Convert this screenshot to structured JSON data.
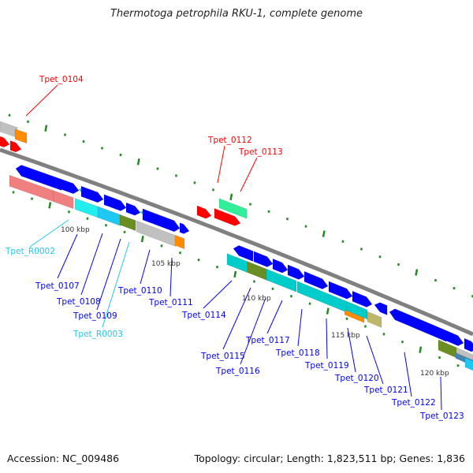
{
  "title": "Thermotoga petrophila RKU-1, complete genome",
  "footer": {
    "accession": "Accession: NC_009486",
    "summary": "Topology: circular; Length: 1,823,511 bp; Genes: 1,836"
  },
  "scale_labels": [
    "100 kbp",
    "105 kbp",
    "110 kbp",
    "115 kbp",
    "120 kbp"
  ],
  "labels": [
    {
      "text": "Tpet_0104",
      "color": "#ff0000"
    },
    {
      "text": "Tpet_0112",
      "color": "#ff0000"
    },
    {
      "text": "Tpet_0113",
      "color": "#ff0000"
    },
    {
      "text": "Tpet_R0002",
      "color": "#1ec8f0"
    },
    {
      "text": "Tpet_0107",
      "color": "#0000ff"
    },
    {
      "text": "Tpet_0108",
      "color": "#0000ff"
    },
    {
      "text": "Tpet_0109",
      "color": "#0000ff"
    },
    {
      "text": "Tpet_R0003",
      "color": "#1ec8f0"
    },
    {
      "text": "Tpet_0110",
      "color": "#0000ff"
    },
    {
      "text": "Tpet_0111",
      "color": "#0000ff"
    },
    {
      "text": "Tpet_0114",
      "color": "#0000ff"
    },
    {
      "text": "Tpet_0115",
      "color": "#0000ff"
    },
    {
      "text": "Tpet_0116",
      "color": "#0000ff"
    },
    {
      "text": "Tpet_0117",
      "color": "#0000ff"
    },
    {
      "text": "Tpet_0118",
      "color": "#0000ff"
    },
    {
      "text": "Tpet_0119",
      "color": "#0000ff"
    },
    {
      "text": "Tpet_0120",
      "color": "#0000ff"
    },
    {
      "text": "Tpet_0121",
      "color": "#0000ff"
    },
    {
      "text": "Tpet_0122",
      "color": "#0000ff"
    },
    {
      "text": "Tpet_0123",
      "color": "#0000ff"
    }
  ]
}
